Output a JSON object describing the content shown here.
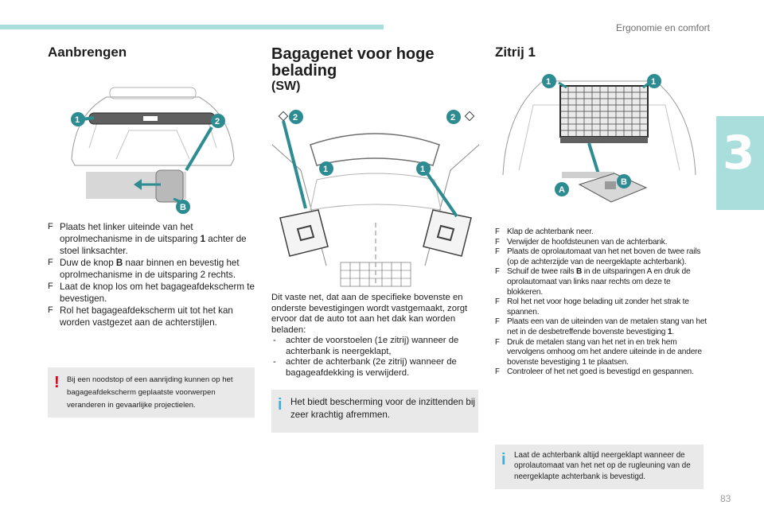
{
  "header": {
    "chapter": "Ergonomie en comfort",
    "chapter_number": "3",
    "page_number": "83"
  },
  "col1": {
    "title": "Aanbrengen",
    "callouts": {
      "one": "1",
      "two": "2",
      "b": "B"
    },
    "steps": [
      {
        "text": "Plaats het linker uiteinde van het oprolmechanisme in de uitsparing ",
        "bold": "1",
        "after": " achter de stoel linksachter."
      },
      {
        "text": "Duw de knop ",
        "bold": "B",
        "after": " naar binnen en bevestig het oprolmechanisme in de uitsparing 2 rechts."
      },
      {
        "text": "Laat de knop los om het bagageafdekscherm te bevestigen.",
        "bold": "",
        "after": ""
      },
      {
        "text": "Rol het bagageafdekscherm uit tot het kan worden vastgezet aan de achterstijlen.",
        "bold": "",
        "after": ""
      }
    ],
    "warning": "Bij een noodstop of een aanrijding kunnen op het bagageafdekscherm geplaatste voorwerpen veranderen in gevaarlijke projectielen.",
    "warning_symbol": "!"
  },
  "col2": {
    "title": "Bagagenet voor hoge belading",
    "subtitle": "(SW)",
    "callouts": {
      "one": "1",
      "two": "2"
    },
    "intro": "Dit vaste net, dat aan de specifieke bovenste en onderste bevestigingen wordt vastgemaakt, zorgt ervoor dat de auto tot aan het dak kan worden beladen:",
    "conditions": [
      "achter de voorstoelen (1e zitrij) wanneer de achterbank is neergeklapt,",
      "achter de achterbank (2e zitrij) wanneer de bagageafdekking is verwijderd."
    ],
    "info": "Het biedt bescherming voor de inzittenden bij zeer krachtig afremmen.",
    "info_symbol": "i"
  },
  "col3": {
    "title": "Zitrij 1",
    "callouts": {
      "one": "1",
      "a": "A",
      "b": "B"
    },
    "steps": [
      {
        "pre": "Klap de achterbank neer.",
        "bold": "",
        "post": ""
      },
      {
        "pre": "Verwijder de hoofdsteunen van de achterbank.",
        "bold": "",
        "post": ""
      },
      {
        "pre": "Plaats de oprolautomaat van het net boven de twee rails (op de achterzijde van de neergeklapte achterbank).",
        "bold": "",
        "post": ""
      },
      {
        "pre": "Schuif de twee rails ",
        "bold": "B",
        "post": " in de uitsparingen A en druk de oprolautomaat van links naar rechts om deze te blokkeren."
      },
      {
        "pre": "Rol het net voor hoge belading uit zonder het strak te spannen.",
        "bold": "",
        "post": ""
      },
      {
        "pre": "Plaats een van de uiteinden van de metalen stang van het net in de desbetreffende bovenste bevestiging ",
        "bold": "1",
        "post": "."
      },
      {
        "pre": "Druk de metalen stang van het net in en trek hem vervolgens omhoog om het andere uiteinde in de andere bovenste bevestiging 1 te plaatsen.",
        "bold": "",
        "post": ""
      },
      {
        "pre": "Controleer of het net goed is bevestigd en gespannen.",
        "bold": "",
        "post": ""
      }
    ],
    "info": "Laat de achterbank altijd neergeklapt wanneer de oprolautomaat van het net op de rugleuning van de neergeklapte achterbank is bevestigd.",
    "info_symbol": "i"
  },
  "colors": {
    "accent": "#a9dedd",
    "callout": "#2d8c92",
    "warning": "#d8001c",
    "info": "#3db0d8",
    "note_bg": "#e9e9e9"
  }
}
